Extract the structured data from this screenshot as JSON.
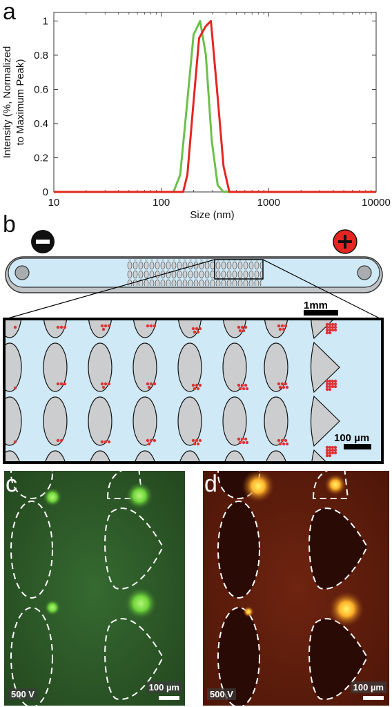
{
  "panels": {
    "a": {
      "letter": "a"
    },
    "b": {
      "letter": "b",
      "scale_main": "1mm",
      "scale_zoom": "100 µm"
    },
    "c": {
      "letter": "c",
      "voltage": "500 V",
      "scale": "100 µm"
    },
    "d": {
      "letter": "d",
      "voltage": "500 V",
      "scale": "100 µm"
    }
  },
  "chart_data": {
    "type": "line",
    "xlabel": "Size (nm)",
    "ylabel": "Intensity (%, Normalized to Maximum Peak)",
    "ylabel_lines": [
      "Intensity (%, Normalized",
      "to Maximum Peak)"
    ],
    "x_scale": "log",
    "xlim": [
      10,
      10000
    ],
    "ylim": [
      0,
      1.05
    ],
    "x_ticks": [
      10,
      100,
      1000,
      10000
    ],
    "x_tick_labels": [
      "10",
      "100",
      "1000",
      "10000"
    ],
    "y_ticks": [
      0,
      0.2,
      0.4,
      0.6,
      0.8,
      1
    ],
    "y_tick_labels": [
      "0",
      "0.2",
      "0.4",
      "0.6",
      "0.8",
      "1"
    ],
    "grid": false,
    "series": [
      {
        "color": "#6cc04a",
        "x": [
          10,
          130,
          150,
          170,
          200,
          230,
          260,
          295,
          335,
          380,
          10000
        ],
        "y": [
          0,
          0,
          0.1,
          0.45,
          0.92,
          1.0,
          0.8,
          0.3,
          0.04,
          0,
          0
        ]
      },
      {
        "color": "#e52521",
        "x": [
          10,
          160,
          175,
          195,
          225,
          260,
          290,
          330,
          380,
          430,
          10000
        ],
        "y": [
          0,
          0,
          0.1,
          0.45,
          0.9,
          0.97,
          1.0,
          0.6,
          0.15,
          0,
          0
        ]
      }
    ]
  }
}
